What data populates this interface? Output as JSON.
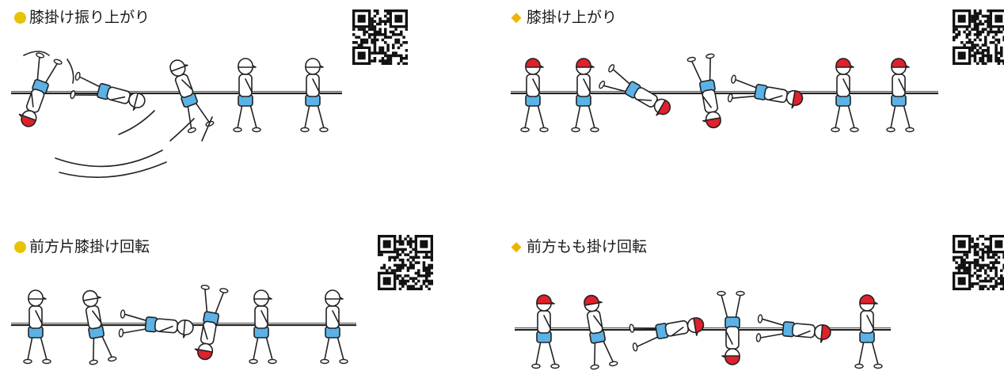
{
  "colors": {
    "circle_marker": "#e6c400",
    "diamond_marker": "#f0b400",
    "shirt": "#ffffff",
    "shorts": "#5ab2e6",
    "cap_red": "#e0202a",
    "outline": "#222222",
    "bar": "#222222"
  },
  "sections": [
    {
      "marker": "circle",
      "title": "膝掛け振り上がり",
      "icon": "qr-code-icon",
      "figure_count": 5
    },
    {
      "marker": "diamond",
      "title": "膝掛け上がり",
      "icon": "qr-code-icon",
      "figure_count": 7
    },
    {
      "marker": "circle",
      "title": "前方片膝掛け回転",
      "icon": "qr-code-icon",
      "figure_count": 6
    },
    {
      "marker": "diamond",
      "title": "前方もも掛け回転",
      "icon": "qr-code-icon",
      "figure_count": 6
    }
  ]
}
